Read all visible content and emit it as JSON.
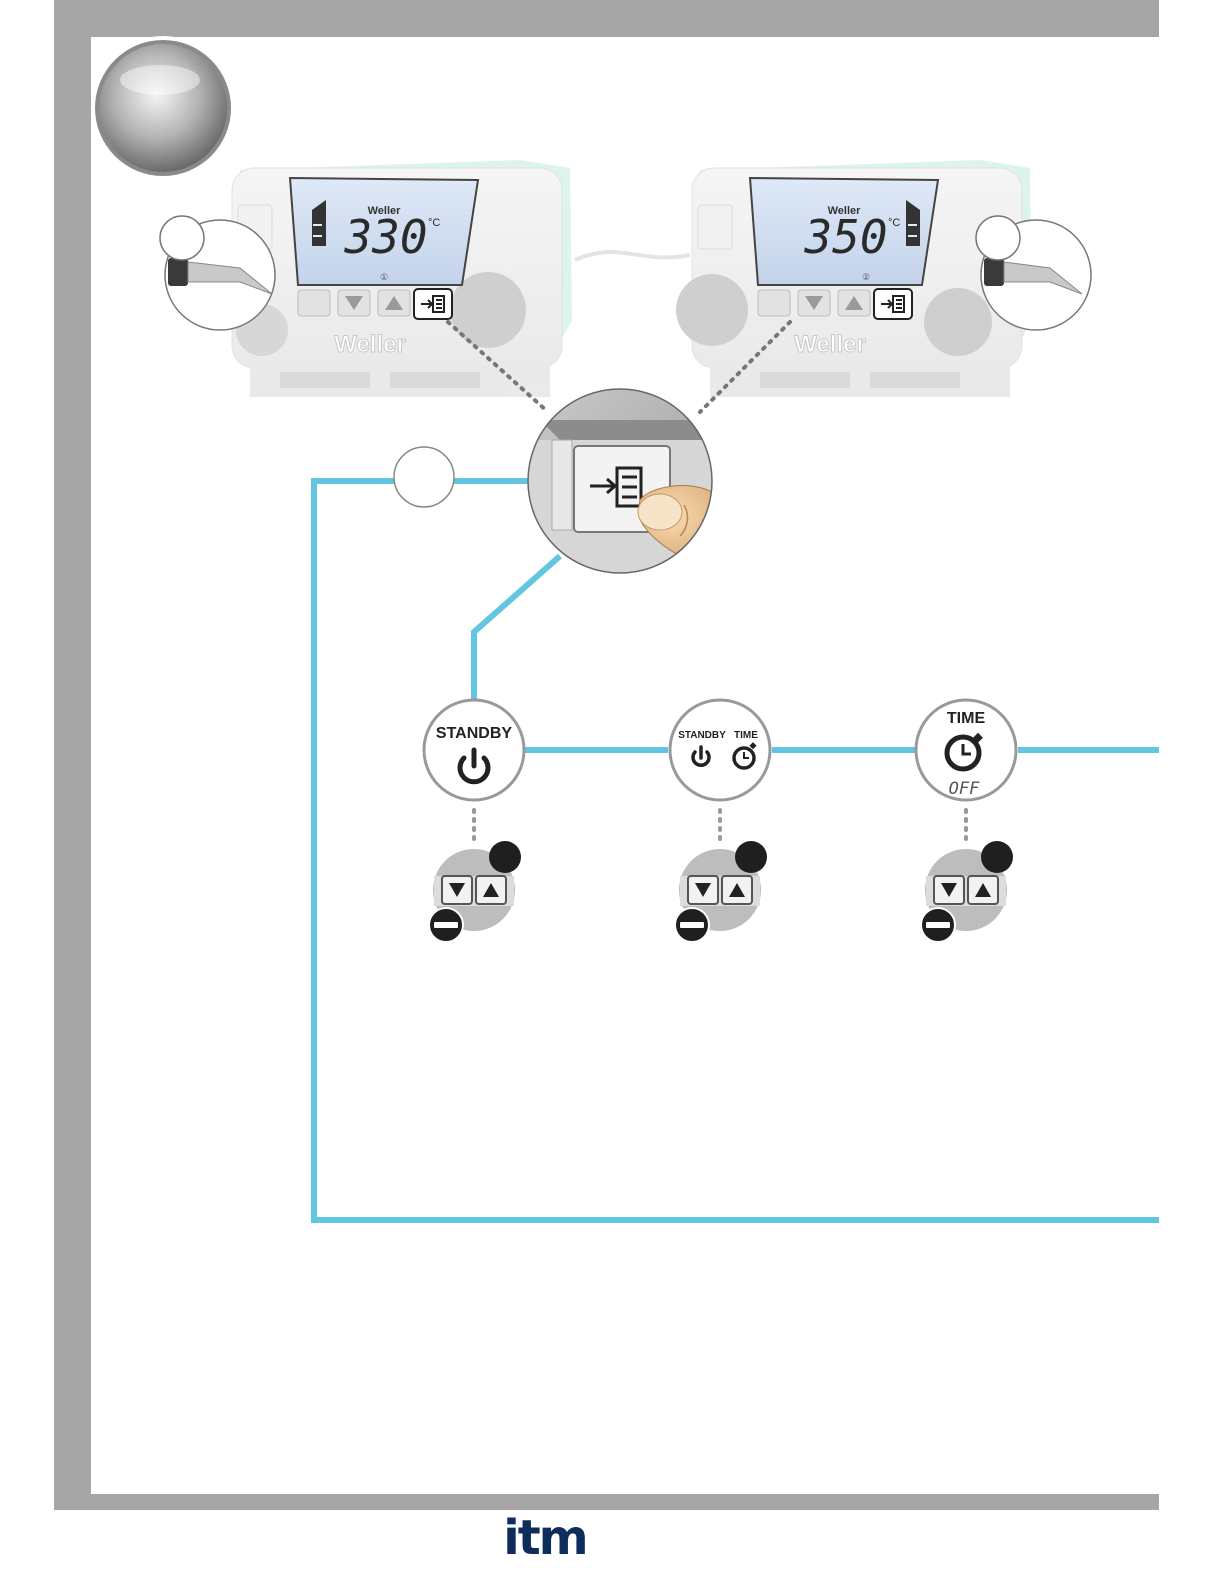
{
  "stations": [
    {
      "brand": "Weller",
      "brand_small": "Weller",
      "temperature": "330",
      "unit": "°C",
      "channel_mark": "①"
    },
    {
      "brand": "Weller",
      "brand_small": "Weller",
      "temperature": "350",
      "unit": "°C",
      "channel_mark": "②"
    }
  ],
  "menu_nodes": [
    {
      "label": "STANDBY",
      "label2": "",
      "sub": "",
      "icon": "power-icon"
    },
    {
      "label": "STANDBY",
      "label2": "TIME",
      "sub": "",
      "icon": "power-and-timer-icon"
    },
    {
      "label": "TIME",
      "label2": "",
      "sub": "OFF",
      "icon": "timer-icon"
    }
  ],
  "icons": {
    "header_badge": "gray-sphere-icon",
    "menu_button": "menu-enter-icon",
    "tool": "soldering-iron-icon",
    "down": "down-arrow-icon",
    "up": "up-arrow-icon",
    "minus": "minus-icon"
  },
  "colors": {
    "frame": "#a6a6a6",
    "flow_line": "#62c6e0",
    "station_accent": "#7fd3c2",
    "badge_dark": "#1f1f1f",
    "logo": "#0f2d5c"
  },
  "logo": {
    "text": "itm"
  }
}
